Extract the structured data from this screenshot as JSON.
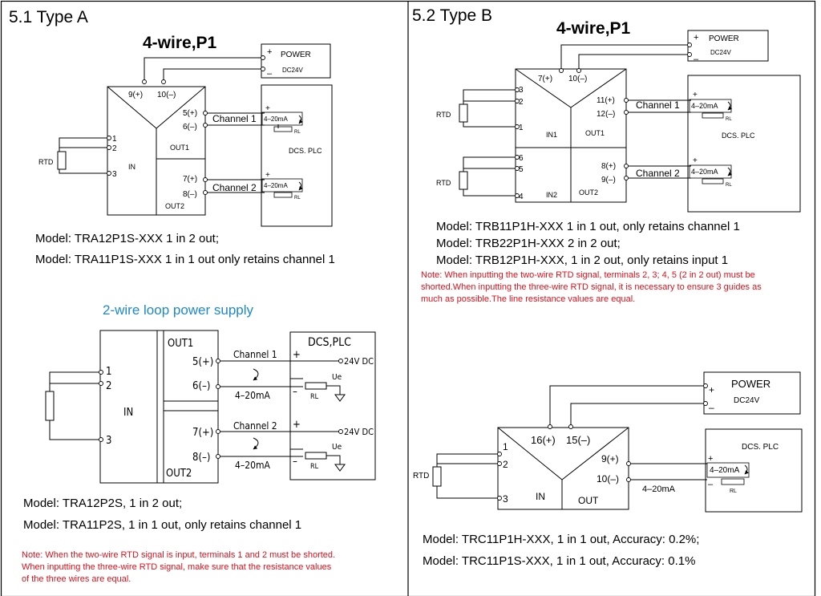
{
  "sections": {
    "type_a_title": "5.1 Type A",
    "type_b_title": "5.2 Type B"
  },
  "a1": {
    "title": "4-wire,P1",
    "term_power_pos": "9(+)",
    "term_power_neg": "10(–)",
    "term_ch1_pos": "5(+)",
    "term_ch1_neg": "6(–)",
    "term_ch2_pos": "7(+)",
    "term_ch2_neg": "8(–)",
    "t1": "1",
    "t2": "2",
    "t3": "3",
    "in_label": "IN",
    "out1_label": "OUT1",
    "out2_label": "OUT2",
    "rtd_label": "RTD",
    "power_label": "POWER",
    "power_voltage": "DC24V",
    "plus": "+",
    "minus": "–",
    "channel1": "Channel 1",
    "channel2": "Channel 2",
    "current1": "4–20mA",
    "current2": "4–20mA",
    "rl1": "RL",
    "rl2": "RL",
    "dcs_plc": "DCS. PLC",
    "model_line1": "Model: TRA12P1S-XXX 1 in 2 out;",
    "model_line2": "Model: TRA11P1S-XXX 1 in 1 out  only retains channel 1"
  },
  "a2": {
    "title": "2-wire loop power supply",
    "out1": "OUT1",
    "out2": "OUT2",
    "in_label": "IN",
    "t1": "1",
    "t2": "2",
    "t3": "3",
    "t5": "5(+)",
    "t6": "6(–)",
    "t7": "7(+)",
    "t8": "8(–)",
    "channel1": "Channel 1",
    "channel2": "Channel 2",
    "current1": "4–20mA",
    "current2": "4–20mA",
    "dcs_plc": "DCS,PLC",
    "supply1": "24V DC",
    "supply2": "24V DC",
    "ue1": "Ue",
    "ue2": "Ue",
    "rl1": "RL",
    "rl2": "RL",
    "plus": "+",
    "minus": "–",
    "model_line1": "Model: TRA12P2S, 1 in 2 out;",
    "model_line2": "Model: TRA11P2S, 1 in 1 out,  only retains channel 1",
    "note_lines": [
      "Note: When the two-wire RTD signal is input, terminals 1 and 2 must be shorted.",
      "When inputting the three-wire RTD signal, make sure that the resistance values",
      "of the three wires are equal."
    ]
  },
  "b1": {
    "title": "4-wire,P1",
    "term_power_pos": "7(+)",
    "term_power_neg": "10(–)",
    "t3": "3",
    "t2": "2",
    "t1": "1",
    "t6": "6",
    "t5": "5",
    "t4": "4",
    "in1": "IN1",
    "in2": "IN2",
    "out1": "OUT1",
    "out2": "OUT2",
    "t11": "11(+)",
    "t12": "12(–)",
    "t8": "8(+)",
    "t9": "9(–)",
    "rtd1": "RTD",
    "rtd2": "RTD",
    "power_label": "POWER",
    "power_voltage": "DC24V",
    "plus": "+",
    "minus": "–",
    "channel1": "Channel 1",
    "channel2": "Channel 2",
    "current1": "4–20mA",
    "current2": "4–20mA",
    "rl1": "RL",
    "rl2": "RL",
    "dcs_plc": "DCS. PLC",
    "model_lines": [
      "Model: TRB11P1H-XXX 1 in 1 out, only retains channel 1",
      "Model: TRB22P1H-XXX 2 in 2 out;",
      "Model: TRB12P1H-XXX, 1 in 2 out, only retains input 1"
    ],
    "note_lines": [
      "Note: When inputting the two-wire RTD signal, terminals 2, 3; 4, 5 (2 in 2 out) must be",
      "shorted.When inputting the three-wire RTD signal, it is necessary to ensure 3 guides as",
      "much as possible.The line resistance values are equal."
    ]
  },
  "b2": {
    "power_label": "POWER",
    "power_voltage": "DC24V",
    "plus": "+",
    "minus": "–",
    "term_pos": "16(+)",
    "term_neg": "15(–)",
    "t1": "1",
    "t2": "2",
    "t3": "3",
    "t9": "9(+)",
    "t10": "10(–)",
    "in_label": "IN",
    "out_label": "OUT",
    "rtd": "RTD",
    "current_out": "4–20mA",
    "current_box": "4–20mA",
    "rl": "RL",
    "dcs_plc": "DCS. PLC",
    "model_lines": [
      "Model: TRC11P1H-XXX, 1 in 1 out, Accuracy: 0.2%;",
      "Model: TRC11P1S-XXX, 1 in 1 out, Accuracy: 0.1%"
    ]
  },
  "colors": {
    "line": "#000000",
    "heading_blue": "#1e88c8",
    "note_red": "#e0101a"
  }
}
